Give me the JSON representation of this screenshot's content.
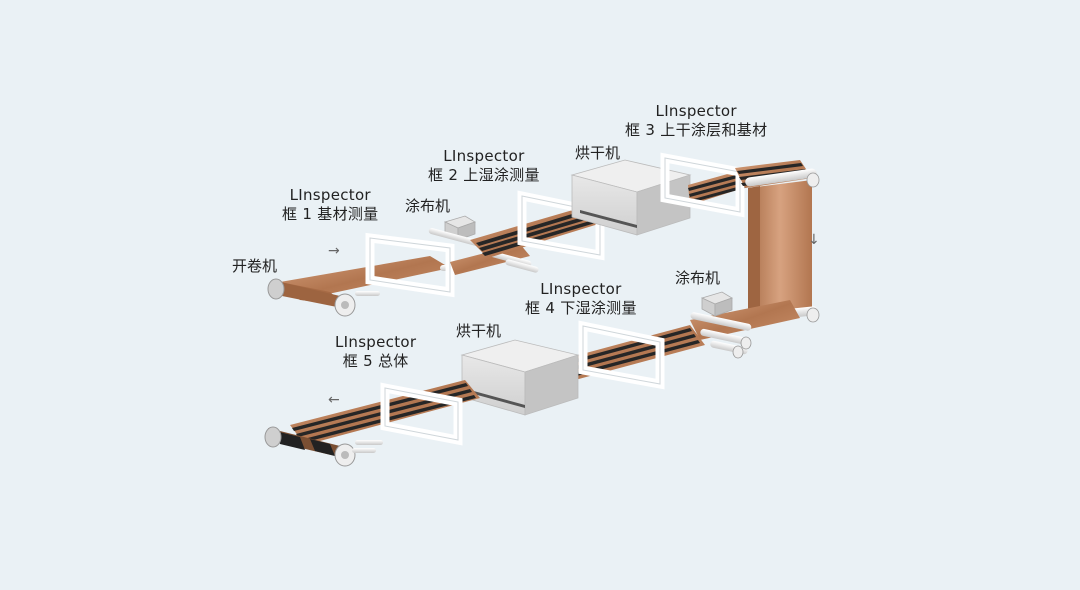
{
  "colors": {
    "background": "#eaf1f5",
    "copper": "#b97f5b",
    "coating": "#2b2b2b",
    "frame": "#ffffff",
    "dryer": "#d9d9d9",
    "text": "#222222"
  },
  "labels": {
    "unwinder": "开卷机",
    "coater_top": "涂布机",
    "coater_bottom": "涂布机",
    "dryer_top": "烘干机",
    "dryer_bottom": "烘干机",
    "frame1": {
      "name": "LInspector",
      "desc": "框 1 基材测量"
    },
    "frame2": {
      "name": "LInspector",
      "desc": "框 2 上湿涂测量"
    },
    "frame3": {
      "name": "LInspector",
      "desc": "框 3 上干涂层和基材"
    },
    "frame4": {
      "name": "LInspector",
      "desc": "框 4 下湿涂测量"
    },
    "frame5": {
      "name": "LInspector",
      "desc": "框 5 总体"
    }
  },
  "arrows": {
    "top_flow": "→",
    "side_flow": "↓",
    "bottom_flow": "←"
  },
  "icons": [
    "roller-icon",
    "coater-head-icon",
    "dryer-box-icon",
    "inspection-frame-icon"
  ]
}
